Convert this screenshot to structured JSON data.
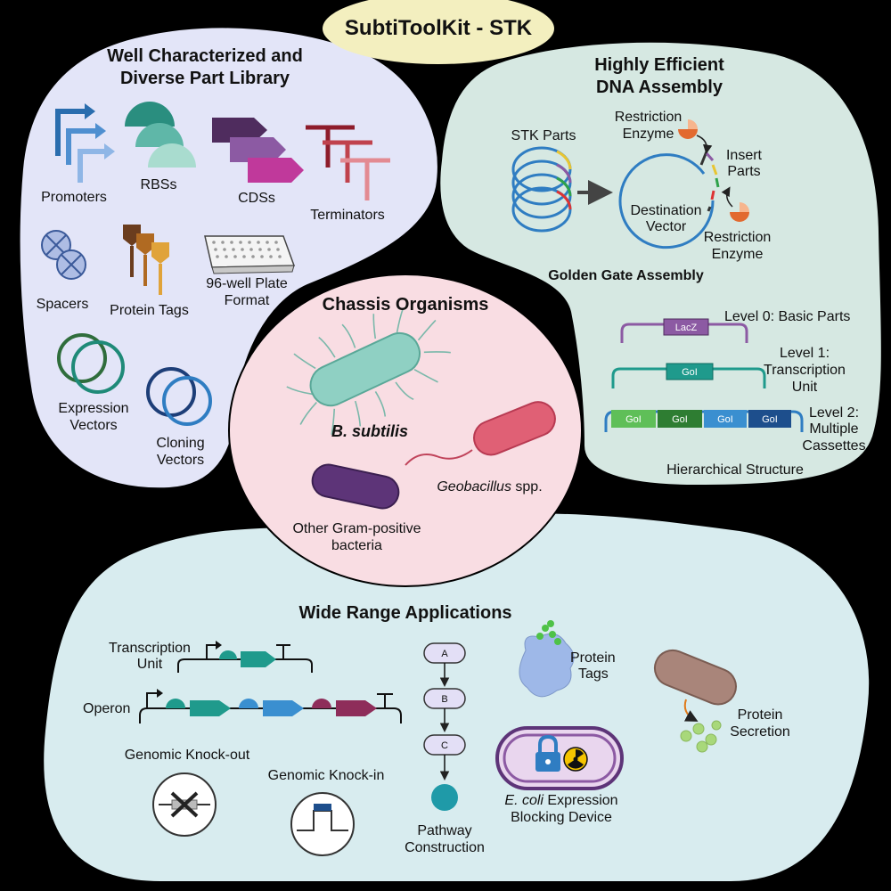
{
  "title": "SubtiToolKit - STK",
  "library": {
    "heading_line1": "Well Characterized and",
    "heading_line2": "Diverse Part Library",
    "promoters": "Promoters",
    "rbss": "RBSs",
    "cdss": "CDSs",
    "terminators": "Terminators",
    "spacers": "Spacers",
    "protein_tags": "Protein Tags",
    "plate_line1": "96-well Plate",
    "plate_line2": "Format",
    "expression_line1": "Expression",
    "expression_line2": "Vectors",
    "cloning_line1": "Cloning",
    "cloning_line2": "Vectors"
  },
  "assembly": {
    "heading_line1": "Highly Efficient",
    "heading_line2": "DNA Assembly",
    "stk_parts": "STK Parts",
    "enzyme_top_line1": "Restriction",
    "enzyme_top_line2": "Enzyme",
    "insert_line1": "Insert",
    "insert_line2": "Parts",
    "dest_line1": "Destination",
    "dest_line2": "Vector",
    "enzyme_bottom_line1": "Restriction",
    "enzyme_bottom_line2": "Enzyme",
    "golden_gate": "Golden Gate Assembly",
    "lacz": "LacZ",
    "gol": "GoI",
    "level0": "Level 0: Basic Parts",
    "level1_line1": "Level 1:",
    "level1_line2": "Transcription",
    "level1_line3": "Unit",
    "level2_line1": "Level 2:",
    "level2_line2": "Multiple",
    "level2_line3": "Cassettes",
    "hierarchical": "Hierarchical Structure"
  },
  "chassis": {
    "heading": "Chassis Organisms",
    "bsubtilis": "B. subtilis",
    "geobacillus_genus": "Geobacillus",
    "geobacillus_suffix": " spp.",
    "other_line1": "Other Gram-positive",
    "other_line2": "bacteria"
  },
  "applications": {
    "heading": "Wide Range Applications",
    "tu_line1": "Transcription",
    "tu_line2": "Unit",
    "operon": "Operon",
    "knockout": "Genomic Knock-out",
    "knockin": "Genomic Knock-in",
    "step_a": "A",
    "step_b": "B",
    "step_c": "C",
    "pathway_line1": "Pathway",
    "pathway_line2": "Construction",
    "protein_tags_line1": "Protein",
    "protein_tags_line2": "Tags",
    "ecoli_italic": "E. coli",
    "ecoli_rest": " Expression",
    "blocking_line2": "Blocking Device",
    "secretion_line1": "Protein",
    "secretion_line2": "Secretion"
  },
  "colors": {
    "background": "#000000",
    "library_bg": "#e3e5f8",
    "assembly_bg": "#d6e8e2",
    "chassis_bg": "#f9dde3",
    "applications_bg": "#d8ecef",
    "title_bg": "#f3efbf"
  }
}
